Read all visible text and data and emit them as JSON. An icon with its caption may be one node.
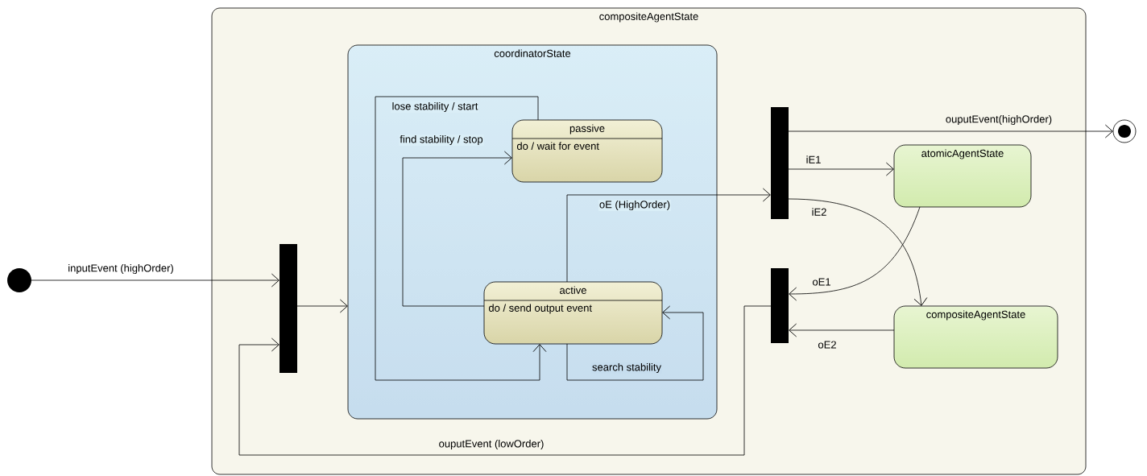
{
  "diagram": {
    "nodes": [
      {
        "text": [
          "compositeAgentState"
        ]
      },
      {
        "text": [],
        "shape": "circle"
      },
      {
        "text": [],
        "shape": "bar",
        "in": 0
      },
      {
        "text": [
          "coordinatorState"
        ],
        "in": 0
      },
      {
        "text": [
          "passive",
          "do / wait for event"
        ],
        "in": 3
      },
      {
        "text": [
          "active",
          "do / send output event"
        ],
        "in": 3
      },
      {
        "text": [],
        "shape": "bar",
        "in": 0
      },
      {
        "text": [
          "atomicAgentState"
        ],
        "in": 0
      },
      {
        "text": [],
        "shape": "bar",
        "in": 0
      },
      {
        "text": [
          "compositeAgentState"
        ],
        "in": 0
      },
      {
        "text": [],
        "shape": "circle"
      }
    ],
    "edges": [
      {
        "from": 1,
        "to": 2,
        "arrow": "to",
        "label": "inputEvent (highOrder)"
      },
      {
        "from": 2,
        "to": 3,
        "arrow": "to"
      },
      {
        "from": 4,
        "to": 5,
        "arrow": "to",
        "label": "lose stability / start"
      },
      {
        "from": 5,
        "to": 4,
        "arrow": "to",
        "label": "find stability / stop"
      },
      {
        "from": 5,
        "to": 5,
        "arrow": "to",
        "label": "search stability"
      },
      {
        "from": 5,
        "to": 6,
        "arrow": "to",
        "label": "oE (HighOrder)"
      },
      {
        "from": 6,
        "to": 10,
        "arrow": "to",
        "label": "ouputEvent(highOrder)"
      },
      {
        "from": 6,
        "to": 7,
        "arrow": "to",
        "label": "iE1"
      },
      {
        "from": 6,
        "to": 9,
        "arrow": "to",
        "label": "iE2"
      },
      {
        "from": 7,
        "to": 8,
        "arrow": "to",
        "label": "oE1"
      },
      {
        "from": 9,
        "to": 8,
        "arrow": "to",
        "label": "oE2"
      },
      {
        "from": 8,
        "to": 2,
        "arrow": "to",
        "label": "ouputEvent (lowOrder)"
      }
    ]
  }
}
